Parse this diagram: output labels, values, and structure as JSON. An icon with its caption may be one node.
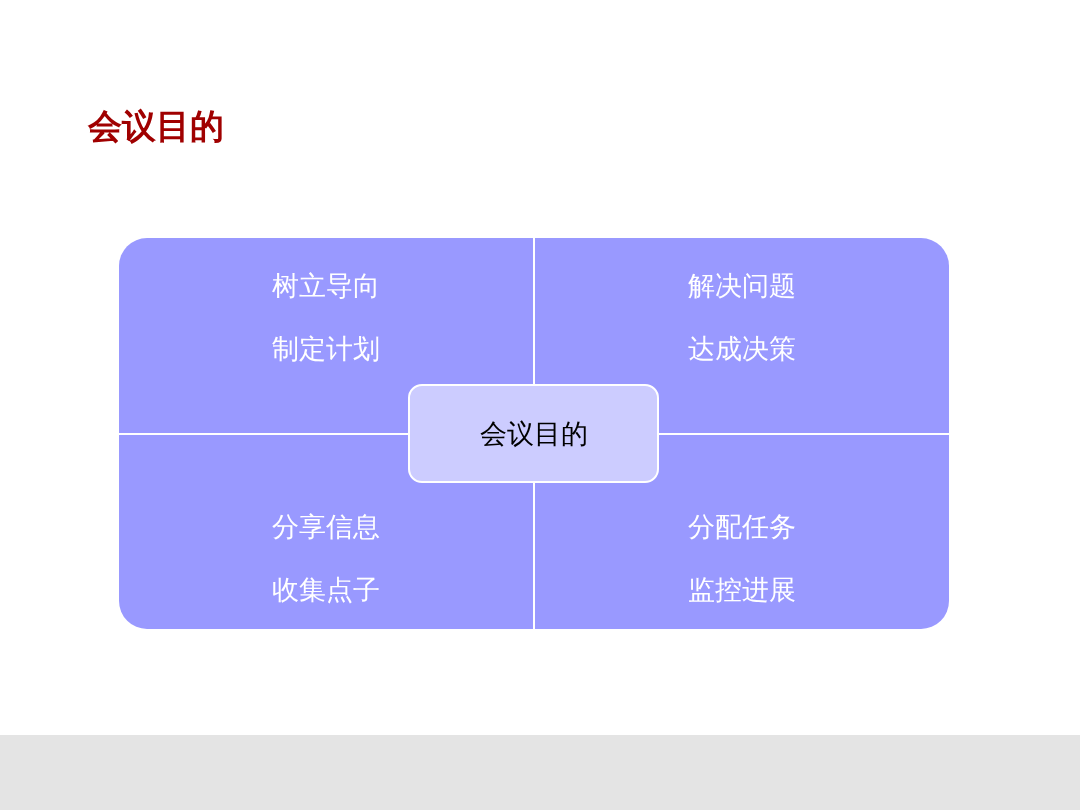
{
  "diagram": {
    "title": "会议目的",
    "nodes": [
      {
        "text": [
          "树立导向",
          "制定计划"
        ]
      },
      {
        "text": [
          "解决问题",
          "达成决策"
        ]
      },
      {
        "text": [
          "分享信息",
          "收集点子"
        ]
      },
      {
        "text": [
          "分配任务",
          "监控进展"
        ]
      },
      {
        "text": [
          "会议目的"
        ]
      }
    ],
    "edges": []
  }
}
